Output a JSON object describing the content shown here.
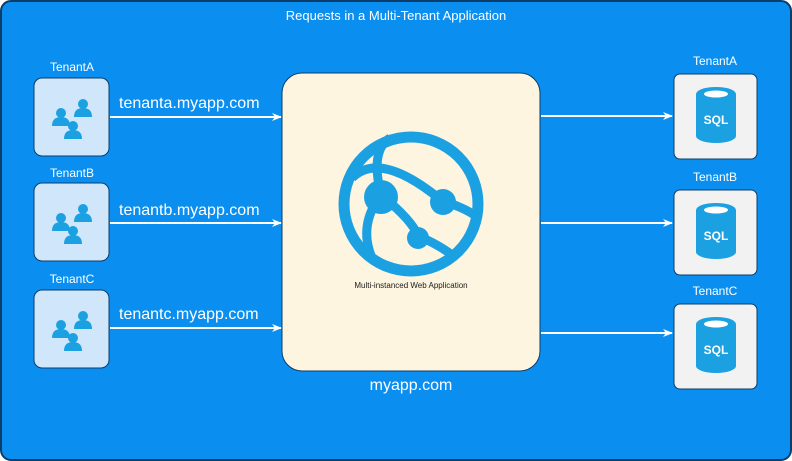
{
  "title": "Requests in a Multi-Tenant Application",
  "tenants": [
    {
      "name": "TenantA",
      "url": "tenanta.myapp.com"
    },
    {
      "name": "TenantB",
      "url": "tenantb.myapp.com"
    },
    {
      "name": "TenantC",
      "url": "tenantc.myapp.com"
    }
  ],
  "app": {
    "label": "Multi-instanced Web Application",
    "domain": "myapp.com"
  },
  "databases": [
    {
      "name": "TenantA",
      "badge": "SQL"
    },
    {
      "name": "TenantB",
      "badge": "SQL"
    },
    {
      "name": "TenantC",
      "badge": "SQL"
    }
  ],
  "colors": {
    "background": "#0a8ff0",
    "border": "#0b3d6b",
    "tenant_box": "#cfe6fb",
    "app_box": "#fdf5e0",
    "db_box": "#f2f2f2",
    "icon": "#1ba1e2",
    "arrow": "#ffffff"
  }
}
